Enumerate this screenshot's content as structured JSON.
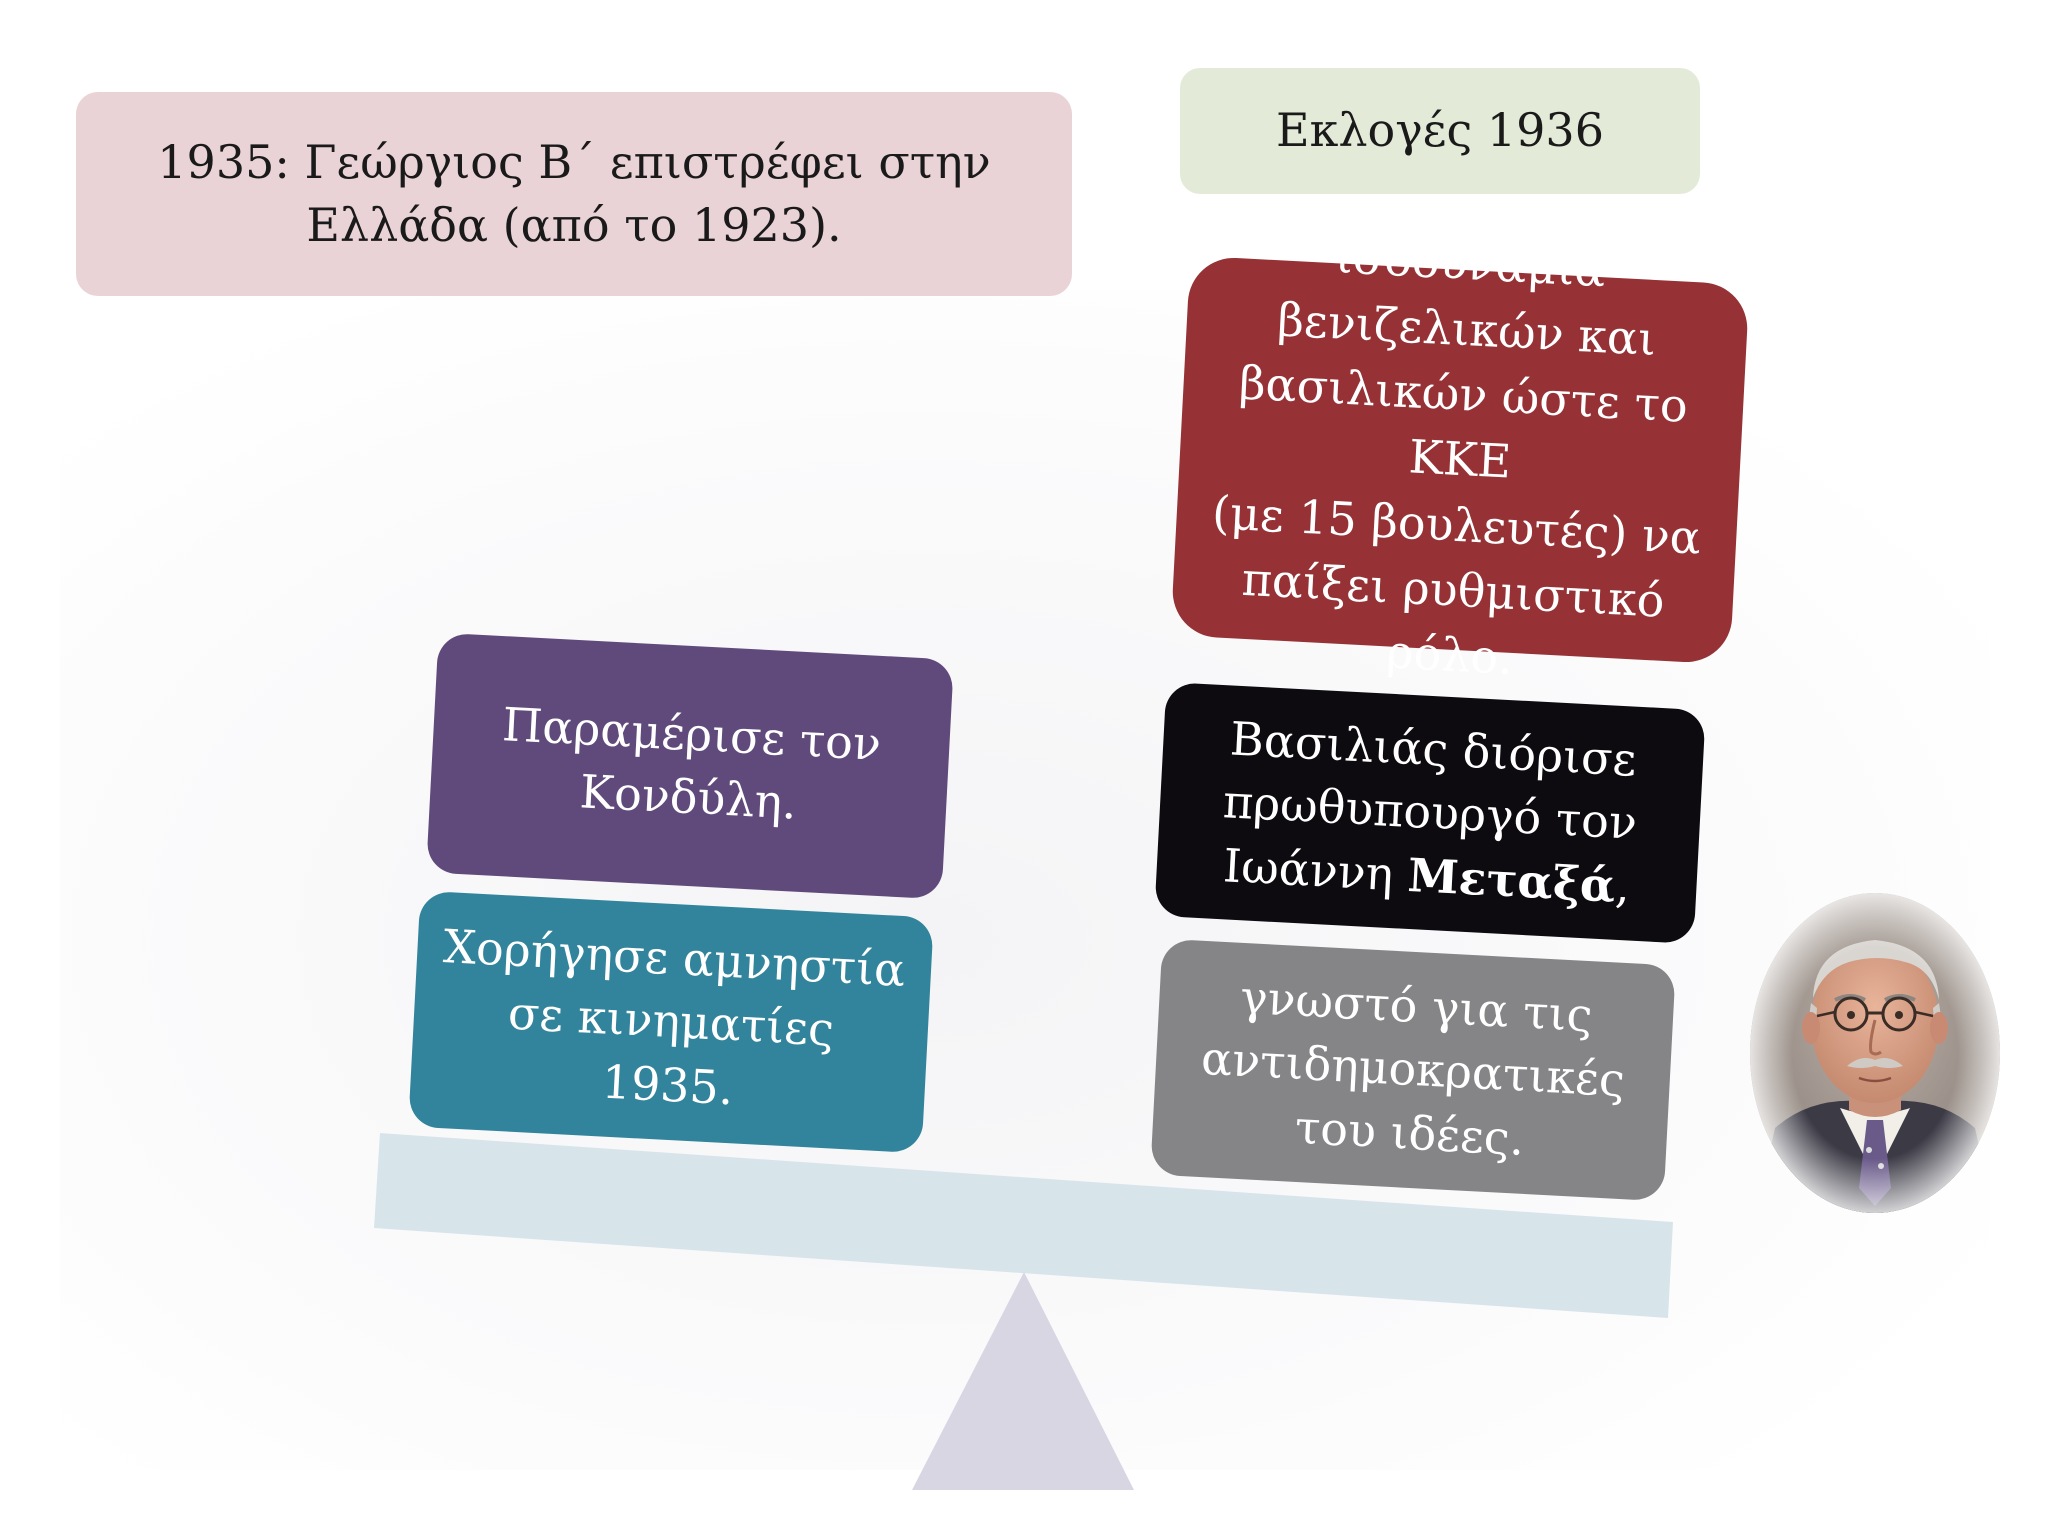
{
  "boxes": {
    "context": {
      "line1": "1935: Γεώργιος Β΄ επιστρέφει στην",
      "line2": "Ελλάδα (από το 1923)."
    },
    "elections": {
      "label": "Εκλογές 1936"
    },
    "balance": {
      "line1": "ισοδυναμία βενιζελικών και",
      "line2": "βασιλικών ώστε το ΚΚΕ",
      "line3": "(με 15 βουλευτές) να",
      "line4": "παίξει ρυθμιστικό",
      "line5": "ρόλο."
    },
    "metaxas": {
      "line1": "Βασιλιάς διόρισε",
      "line2": "πρωθυπουργό τον",
      "line3_prefix": "Ιωάννη ",
      "line3_bold": "Μεταξά",
      "line3_suffix": ","
    },
    "ideas": {
      "line1": "γνωστό για τις",
      "line2": "αντιδημοκρατικές",
      "line3": "του ιδέες."
    },
    "kondylis": {
      "line1": "Παραμέρισε τον",
      "line2": "Κονδύλη."
    },
    "amnesty": {
      "line1": "Χορήγησε αμνηστία",
      "line2": "σε κινηματίες 1935."
    }
  },
  "colors": {
    "context_bg": "#ead3d7",
    "elections_bg": "#e3ebd8",
    "balance_bg": "#963235",
    "metaxas_bg": "#0d0b10",
    "ideas_bg": "#858487",
    "kondylis_bg": "#604a7b",
    "amnesty_bg": "#31849b",
    "beam": "#d7e5eb",
    "fulcrum": "#d9d6e4"
  },
  "icons": {
    "portrait": "portrait-image"
  }
}
